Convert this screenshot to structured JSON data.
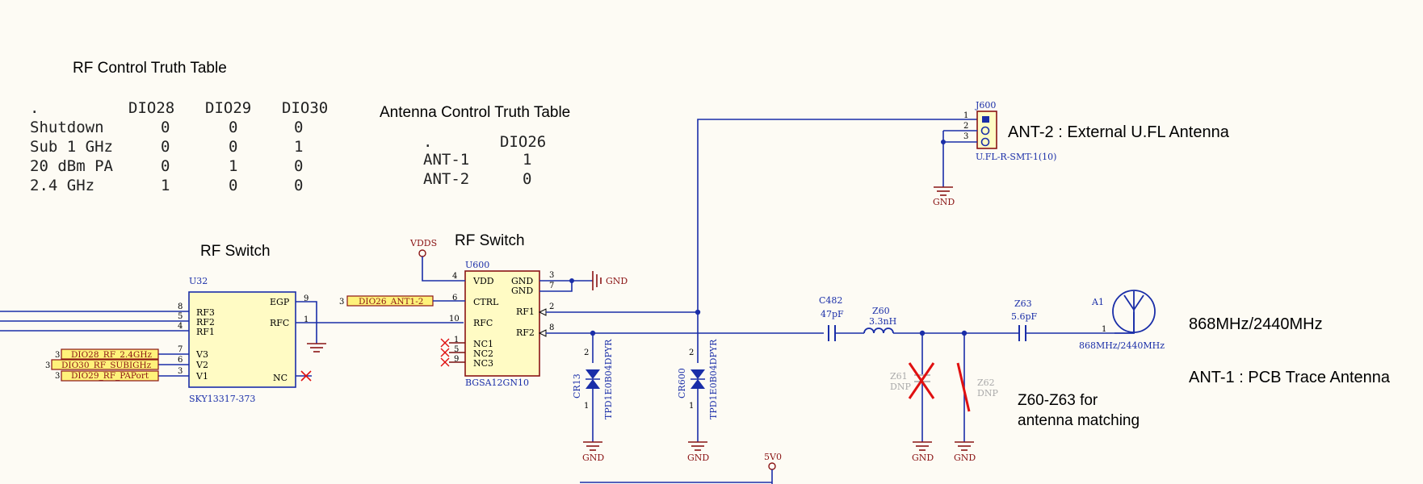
{
  "rf_control_table": {
    "title": "RF Control Truth Table",
    "header": [
      ".",
      "DIO28",
      "DIO29",
      "DIO30"
    ],
    "rows": [
      [
        "Shutdown",
        "0",
        "0",
        "0"
      ],
      [
        "Sub 1 GHz",
        "0",
        "0",
        "1"
      ],
      [
        "20 dBm PA",
        "0",
        "1",
        "0"
      ],
      [
        "2.4 GHz",
        "1",
        "0",
        "0"
      ]
    ]
  },
  "antenna_control_table": {
    "title": "Antenna Control Truth Table",
    "header": [
      ".",
      "DIO26"
    ],
    "rows": [
      [
        "ANT-1",
        "1"
      ],
      [
        "ANT-2",
        "0"
      ]
    ]
  },
  "u32": {
    "title": "RF Switch",
    "designator": "U32",
    "part": "SKY13317-373",
    "pins_left": [
      {
        "num": "8",
        "name": "RF3"
      },
      {
        "num": "5",
        "name": "RF2"
      },
      {
        "num": "4",
        "name": "RF1"
      },
      {
        "num": "7",
        "name": "V3"
      },
      {
        "num": "6",
        "name": "V2"
      },
      {
        "num": "3",
        "name": "V1"
      }
    ],
    "pins_right": [
      {
        "num": "9",
        "name": "EGP"
      },
      {
        "num": "1",
        "name": "RFC"
      },
      {
        "num": "",
        "name": "NC"
      }
    ],
    "net_labels": [
      {
        "num": "3",
        "label": "DIO28_RF_2.4GHz"
      },
      {
        "num": "3",
        "label": "DIO30_RF_SUBIGHz"
      },
      {
        "num": "3",
        "label": "DIO29_RF_PAPort"
      }
    ]
  },
  "u600": {
    "title": "RF Switch",
    "designator": "U600",
    "part": "BGSA12GN10",
    "power": "VDDS",
    "ctrl_net": {
      "num": "3",
      "label": "DIO26_ANT1-2"
    },
    "pins_left": [
      {
        "num": "4",
        "name": "VDD"
      },
      {
        "num": "6",
        "name": "CTRL"
      },
      {
        "num": "10",
        "name": "RFC"
      },
      {
        "num": "1",
        "name": "NC1"
      },
      {
        "num": "5",
        "name": "NC2"
      },
      {
        "num": "9",
        "name": "NC3"
      }
    ],
    "pins_right": [
      {
        "num": "3",
        "name": "GND"
      },
      {
        "num": "7",
        "name": "GND"
      },
      {
        "num": "2",
        "name": "RF1"
      },
      {
        "num": "8",
        "name": "RF2"
      }
    ],
    "gnd": "GND"
  },
  "j600": {
    "designator": "J600",
    "part": "U.FL-R-SMT-1(10)",
    "pins": [
      "1",
      "2",
      "3"
    ],
    "label": "ANT-2 : External U.FL Antenna",
    "gnd": "GND"
  },
  "diodes": [
    {
      "designator": "CR13",
      "part": "TPD1E0B04DPYR",
      "pin_top": "2",
      "pin_bot": "1",
      "gnd": "GND"
    },
    {
      "designator": "CR600",
      "part": "TPD1E0B04DPYR",
      "pin_top": "2",
      "pin_bot": "1",
      "gnd": "GND"
    }
  ],
  "matching": {
    "c482": {
      "designator": "C482",
      "value": "47pF"
    },
    "z60": {
      "designator": "Z60",
      "value": "3.3nH"
    },
    "z61": {
      "designator": "Z61",
      "value": "DNP"
    },
    "z62": {
      "designator": "Z62",
      "value": "DNP"
    },
    "z63": {
      "designator": "Z63",
      "value": "5.6pF"
    },
    "gnd1": "GND",
    "gnd2": "GND",
    "note_line1": "Z60-Z63 for",
    "note_line2": "antenna matching"
  },
  "antenna": {
    "designator": "A1",
    "pin": "1",
    "part": "868MHz/2440MHz",
    "freq_label": "868MHz/2440MHz",
    "label": "ANT-1 : PCB Trace Antenna"
  },
  "power_5v0": "5V0",
  "colors": {
    "wire": "#1a2ea8",
    "component_outline": "#8a1414",
    "component_fill": "#fffbc4",
    "net_label_fill": "#fff27a",
    "dnp_cross": "#e01010",
    "background": "#fdfbf4"
  }
}
